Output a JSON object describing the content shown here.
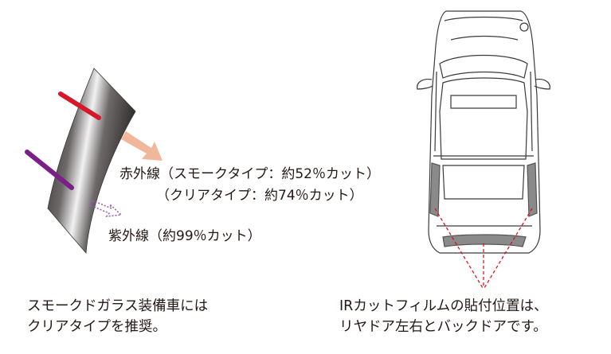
{
  "labels": {
    "infrared_smoke": "赤外線（スモークタイプ：約52％カット）",
    "infrared_clear": "（クリアタイプ：約74％カット）",
    "ultraviolet": "紫外線（約99％カット）"
  },
  "notes": {
    "left_line1": "スモークドガラス装備車には",
    "left_line2": "クリアタイプを推奨。",
    "right_line1": "IRカットフィルムの貼付位置は、",
    "right_line2": "リヤドア左右とバックドアです。"
  },
  "colors": {
    "infrared_ray": "#d7182a",
    "infrared_arrow": "#f0b79a",
    "ultraviolet_ray": "#7b1f86",
    "ultraviolet_arrow": "#9b59b6",
    "film_dark": "#2a2626",
    "film_light": "#f2f2f2",
    "position_marker": "#e60012",
    "film_area": "#8a8a8a"
  },
  "icons": {
    "glass": "curved-glass-panel",
    "car": "car-top-view-outline"
  }
}
